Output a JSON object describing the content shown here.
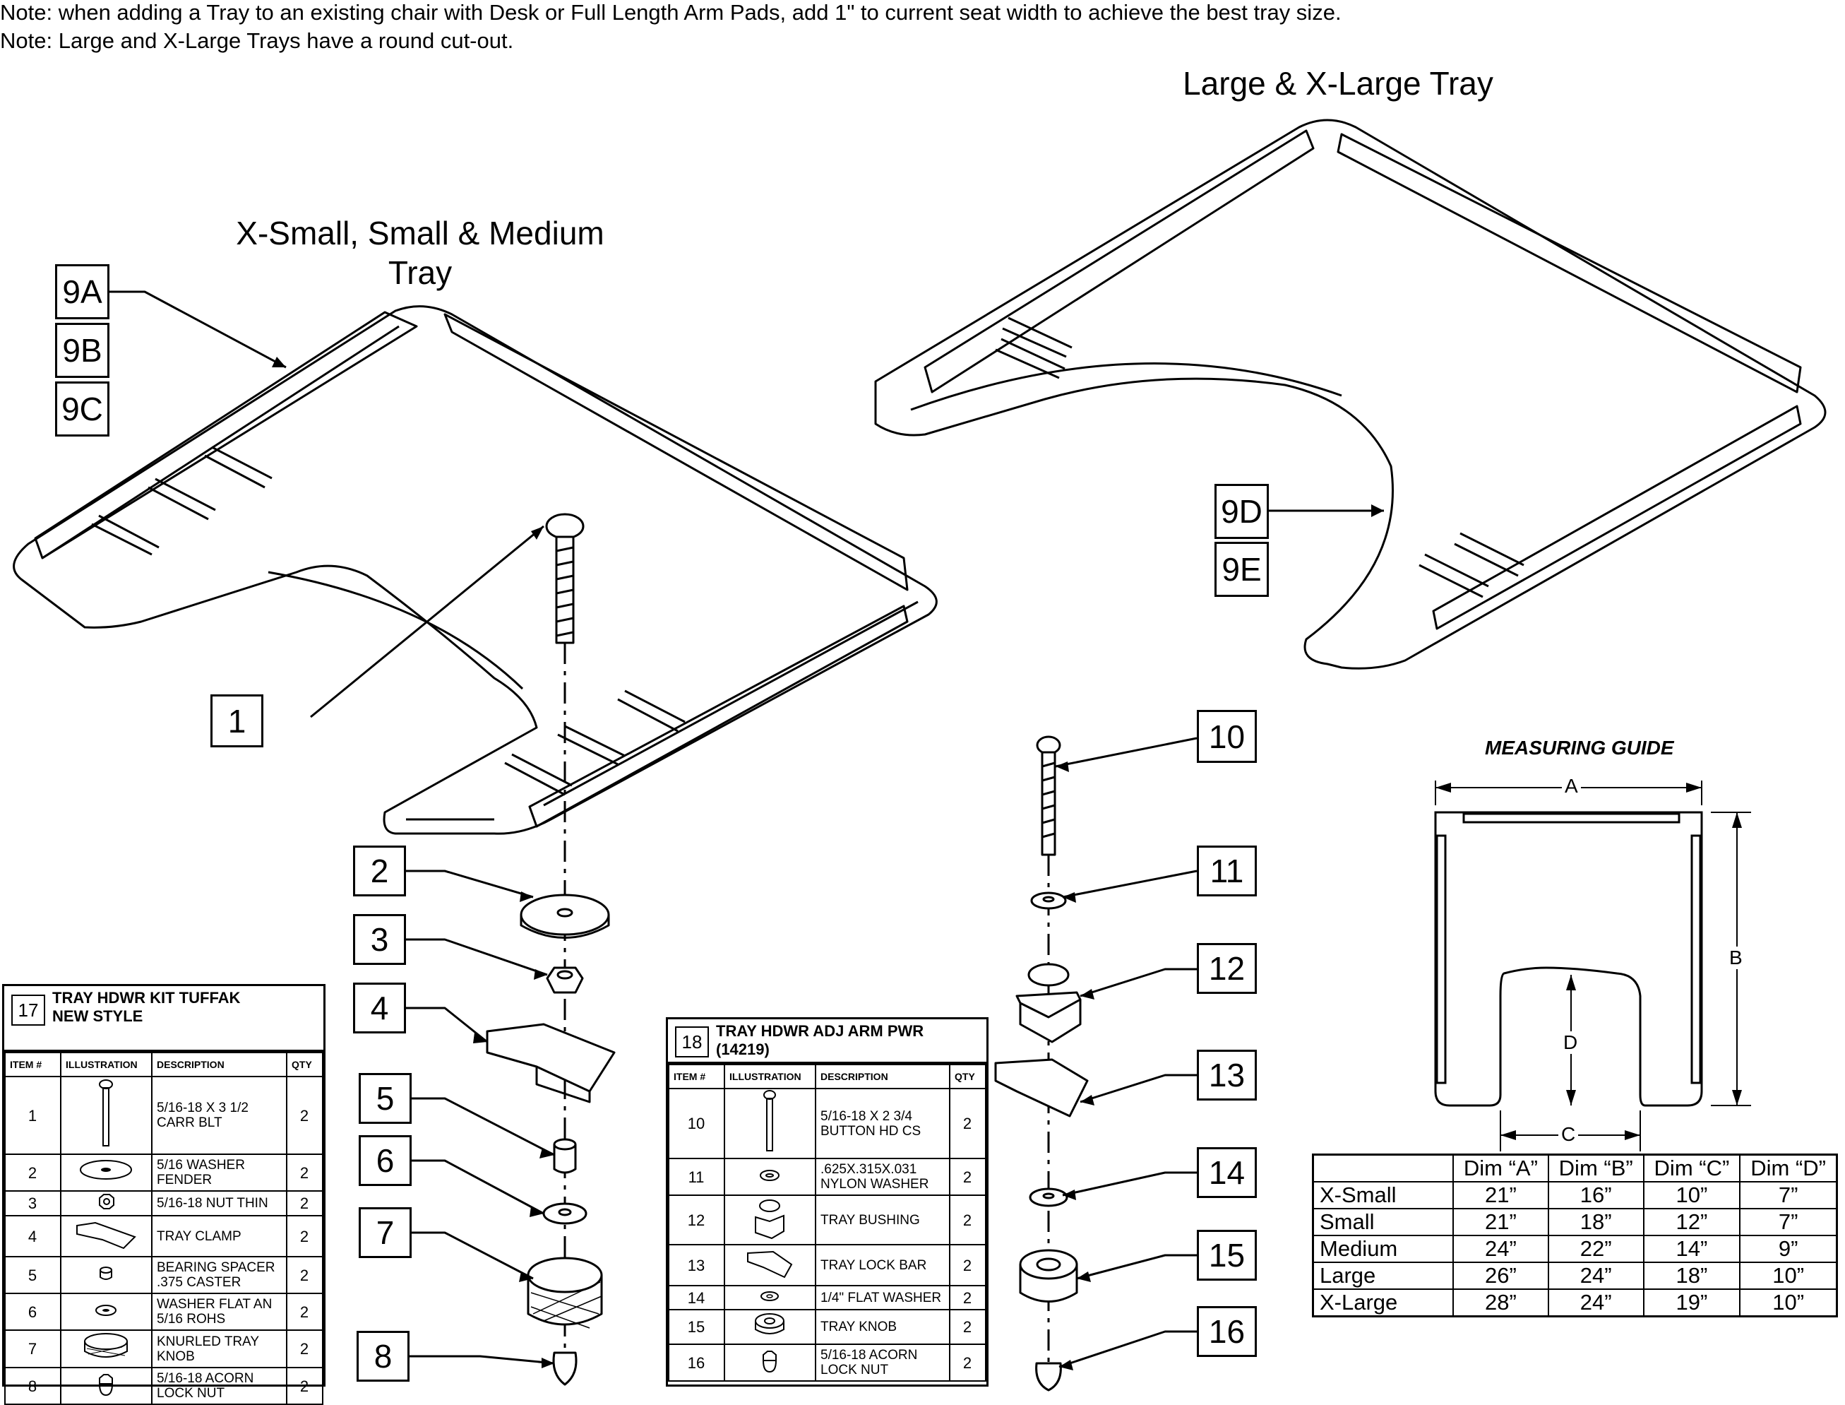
{
  "notes": [
    "Note: when adding a Tray to an existing chair with Desk or Full Length Arm Pads, add 1\" to current seat width to achieve the best tray size.",
    "Note: Large and X-Large Trays have a round cut-out."
  ],
  "titles": {
    "large_tray": "Large & X-Large Tray",
    "small_tray_line1": "X-Small, Small & Medium",
    "small_tray_line2": "Tray"
  },
  "callouts": {
    "c9A": "9A",
    "c9B": "9B",
    "c9C": "9C",
    "c9D": "9D",
    "c9E": "9E",
    "c1": "1",
    "c2": "2",
    "c3": "3",
    "c4": "4",
    "c5": "5",
    "c6": "6",
    "c7": "7",
    "c8": "8",
    "c10": "10",
    "c11": "11",
    "c12": "12",
    "c13": "13",
    "c14": "14",
    "c15": "15",
    "c16": "16"
  },
  "kit17": {
    "number": "17",
    "title": "TRAY HDWR KIT TUFFAK\nNEW STYLE",
    "headers": [
      "ITEM #",
      "ILLUSTRATION",
      "DESCRIPTION",
      "QTY"
    ],
    "rows": [
      {
        "item": "1",
        "desc": "5/16-18 X 3 1/2\nCARR BLT",
        "qty": "2",
        "icon": "carriage-bolt-icon"
      },
      {
        "item": "2",
        "desc": "5/16 WASHER\nFENDER",
        "qty": "2",
        "icon": "fender-washer-icon"
      },
      {
        "item": "3",
        "desc": "5/16-18 NUT THIN",
        "qty": "2",
        "icon": "nut-icon"
      },
      {
        "item": "4",
        "desc": "TRAY CLAMP",
        "qty": "2",
        "icon": "tray-clamp-icon"
      },
      {
        "item": "5",
        "desc": "BEARING SPACER\n.375 CASTER",
        "qty": "2",
        "icon": "spacer-icon"
      },
      {
        "item": "6",
        "desc": "WASHER FLAT AN\n5/16 ROHS",
        "qty": "2",
        "icon": "washer-icon"
      },
      {
        "item": "7",
        "desc": "KNURLED TRAY\nKNOB",
        "qty": "2",
        "icon": "knurled-knob-icon"
      },
      {
        "item": "8",
        "desc": "5/16-18 ACORN\nLOCK NUT",
        "qty": "2",
        "icon": "acorn-nut-icon"
      }
    ]
  },
  "kit18": {
    "number": "18",
    "title": "TRAY HDWR ADJ ARM PWR\n(14219)",
    "headers": [
      "ITEM #",
      "ILLUSTRATION",
      "DESCRIPTION",
      "QTY"
    ],
    "rows": [
      {
        "item": "10",
        "desc": "5/16-18 X 2 3/4\nBUTTON HD CS",
        "qty": "2",
        "icon": "button-head-screw-icon"
      },
      {
        "item": "11",
        "desc": ".625X.315X.031\nNYLON WASHER",
        "qty": "2",
        "icon": "nylon-washer-icon"
      },
      {
        "item": "12",
        "desc": "TRAY BUSHING",
        "qty": "2",
        "icon": "tray-bushing-icon"
      },
      {
        "item": "13",
        "desc": "TRAY LOCK BAR",
        "qty": "2",
        "icon": "tray-lock-bar-icon"
      },
      {
        "item": "14",
        "desc": "1/4\" FLAT WASHER",
        "qty": "2",
        "icon": "flat-washer-icon"
      },
      {
        "item": "15",
        "desc": "TRAY KNOB",
        "qty": "2",
        "icon": "tray-knob-icon"
      },
      {
        "item": "16",
        "desc": "5/16-18 ACORN\nLOCK NUT",
        "qty": "2",
        "icon": "acorn-nut-icon"
      }
    ]
  },
  "measuring_guide": {
    "title": "MEASURING GUIDE",
    "labels": {
      "a": "A",
      "b": "B",
      "c": "C",
      "d": "D"
    }
  },
  "dimensions": {
    "headers": [
      "",
      "Dim “A”",
      "Dim “B”",
      "Dim “C”",
      "Dim “D”"
    ],
    "rows": [
      {
        "size": "X-Small",
        "a": "21”",
        "b": "16”",
        "c": "10”",
        "d": "7”"
      },
      {
        "size": "Small",
        "a": "21”",
        "b": "18”",
        "c": "12”",
        "d": "7”"
      },
      {
        "size": "Medium",
        "a": "24”",
        "b": "22”",
        "c": "14”",
        "d": "9”"
      },
      {
        "size": "Large",
        "a": "26”",
        "b": "24”",
        "c": "18”",
        "d": "10”"
      },
      {
        "size": "X-Large",
        "a": "28”",
        "b": "24”",
        "c": "19”",
        "d": "10”"
      }
    ]
  }
}
